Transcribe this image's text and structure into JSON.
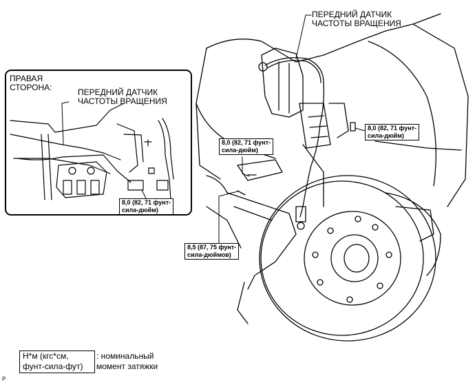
{
  "labels": {
    "main_sensor": "ПЕРЕДНИЙ ДАТЧИК\nЧАСТОТЫ ВРАЩЕНИЯ",
    "inset_side": "ПРАВАЯ\nСТОРОНА:",
    "inset_sensor": "ПЕРЕДНИЙ ДАТЧИК\nЧАСТОТЫ ВРАЩЕНИЯ"
  },
  "torque_specs": {
    "bolt_right": "8,0 (82, 71 фунт-\nсила-дюйм)",
    "bolt_center": "8,0 (82, 71 фунт-\nсила-дюйм)",
    "bolt_inset": "8,0 (82, 71 фунт-\nсила-дюйм)",
    "bolt_lower": "8,5 (87, 75 фунт-\nсила-дюймов)"
  },
  "legend": {
    "units": "Н*м (кгс*см,\nфунт-сила-фут)",
    "meaning": ": номинальный\nмомент затяжки"
  },
  "figure_code": "P"
}
